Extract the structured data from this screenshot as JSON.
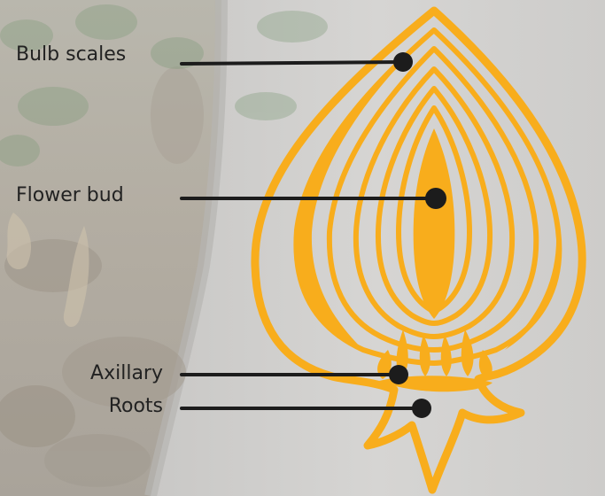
{
  "labels": {
    "bulb_scales": "Bulb scales",
    "flower_bud": "Flower bud",
    "axillary": "Axillary",
    "roots": "Roots"
  },
  "colors": {
    "accent": "#f8ad1c",
    "leader": "#1c1c1c",
    "text": "#222222"
  }
}
